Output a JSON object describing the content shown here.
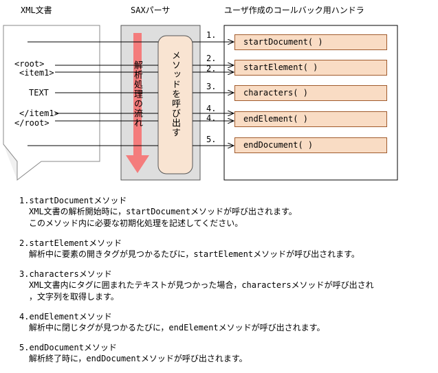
{
  "header": {
    "xml_document": "XML文書",
    "sax_parser": "SAXパーサ",
    "user_handler": "ユーザ作成のコールバック用ハンドラ"
  },
  "xml_lines": [
    "<root>",
    "<item1>",
    "TEXT",
    "</item1>",
    "</root>"
  ],
  "parse_flow_label": "解析処理の流れ",
  "method_call_label": "メソッドを呼び出す",
  "step_numbers": [
    "1.",
    "2.",
    "2.",
    "3.",
    "4.",
    "4.",
    "5."
  ],
  "callbacks": [
    "startDocument( )",
    "startElement( )",
    "characters( )",
    "endElement( )",
    "endDocument( )"
  ],
  "notes": [
    {
      "title": "1.startDocumentメソッド",
      "lines": [
        "XML文書の解析開始時に，startDocumentメソッドが呼び出されます。",
        "このメソッド内に必要な初期化処理を記述してください。"
      ]
    },
    {
      "title": "2.startElementメソッド",
      "lines": [
        "解析中に要素の開きタグが見つかるたびに，startElementメソッドが呼び出されます。"
      ]
    },
    {
      "title": "3.charactersメソッド",
      "lines": [
        "XML文書内にタグに囲まれたテキストが見つかった場合，charactersメソッドが呼び出され",
        "，文字列を取得します。"
      ]
    },
    {
      "title": "4.endElementメソッド",
      "lines": [
        "解析中に閉じタグが見つかるたびに，endElementメソッドが呼び出されます。"
      ]
    },
    {
      "title": "5.endDocumentメソッド",
      "lines": [
        "解析終了時に，endDocumentメソッドが呼び出されます。"
      ]
    }
  ],
  "colors": {
    "callback_fill": "#f9dcc4",
    "callback_border": "#a05a2c",
    "parser_bg": "#dedede",
    "flow_arrow": "#f47c7c",
    "method_box": "#f9e4d2"
  }
}
